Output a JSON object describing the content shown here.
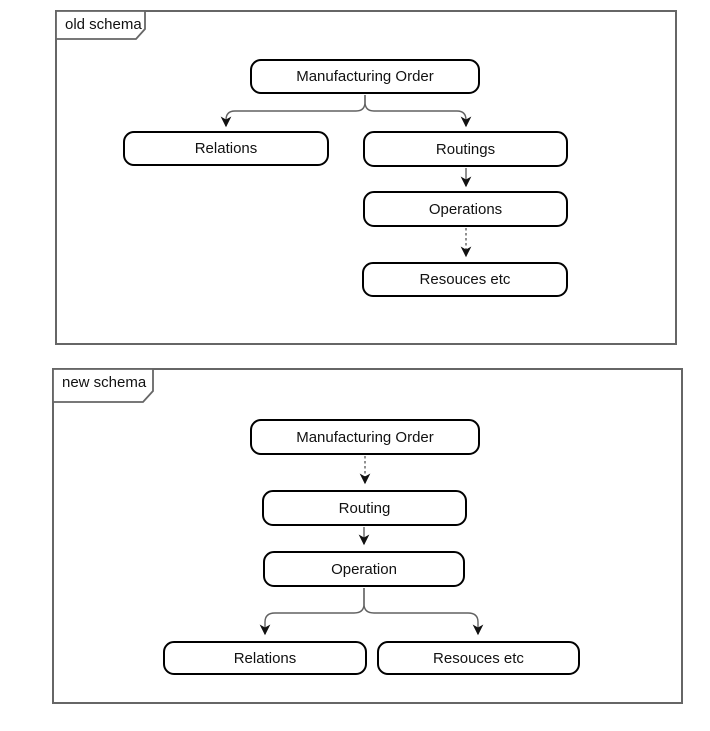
{
  "diagram": {
    "tool": "flowchart-comparison",
    "old": {
      "label": "old schema",
      "nodes": {
        "mo": "Manufacturing Order",
        "relations": "Relations",
        "routings": "Routings",
        "operations": "Operations",
        "resources": "Resouces etc"
      },
      "edges": [
        {
          "from": "mo",
          "to": "relations",
          "style": "solid"
        },
        {
          "from": "mo",
          "to": "routings",
          "style": "solid"
        },
        {
          "from": "routings",
          "to": "operations",
          "style": "solid"
        },
        {
          "from": "operations",
          "to": "resources",
          "style": "dashed"
        }
      ]
    },
    "new": {
      "label": "new schema",
      "nodes": {
        "mo": "Manufacturing Order",
        "routing": "Routing",
        "operation": "Operation",
        "relations": "Relations",
        "resources": "Resouces etc"
      },
      "edges": [
        {
          "from": "mo",
          "to": "routing",
          "style": "dashed"
        },
        {
          "from": "routing",
          "to": "operation",
          "style": "solid"
        },
        {
          "from": "operation",
          "to": "relations",
          "style": "solid"
        },
        {
          "from": "operation",
          "to": "resources",
          "style": "solid"
        }
      ]
    },
    "colors": {
      "node_border": "#000000",
      "node_fill": "#ffffff",
      "frame_border": "#666666",
      "edge_line": "#616161",
      "arrowhead": "#111111",
      "text": "#111111",
      "background": "#ffffff"
    }
  }
}
